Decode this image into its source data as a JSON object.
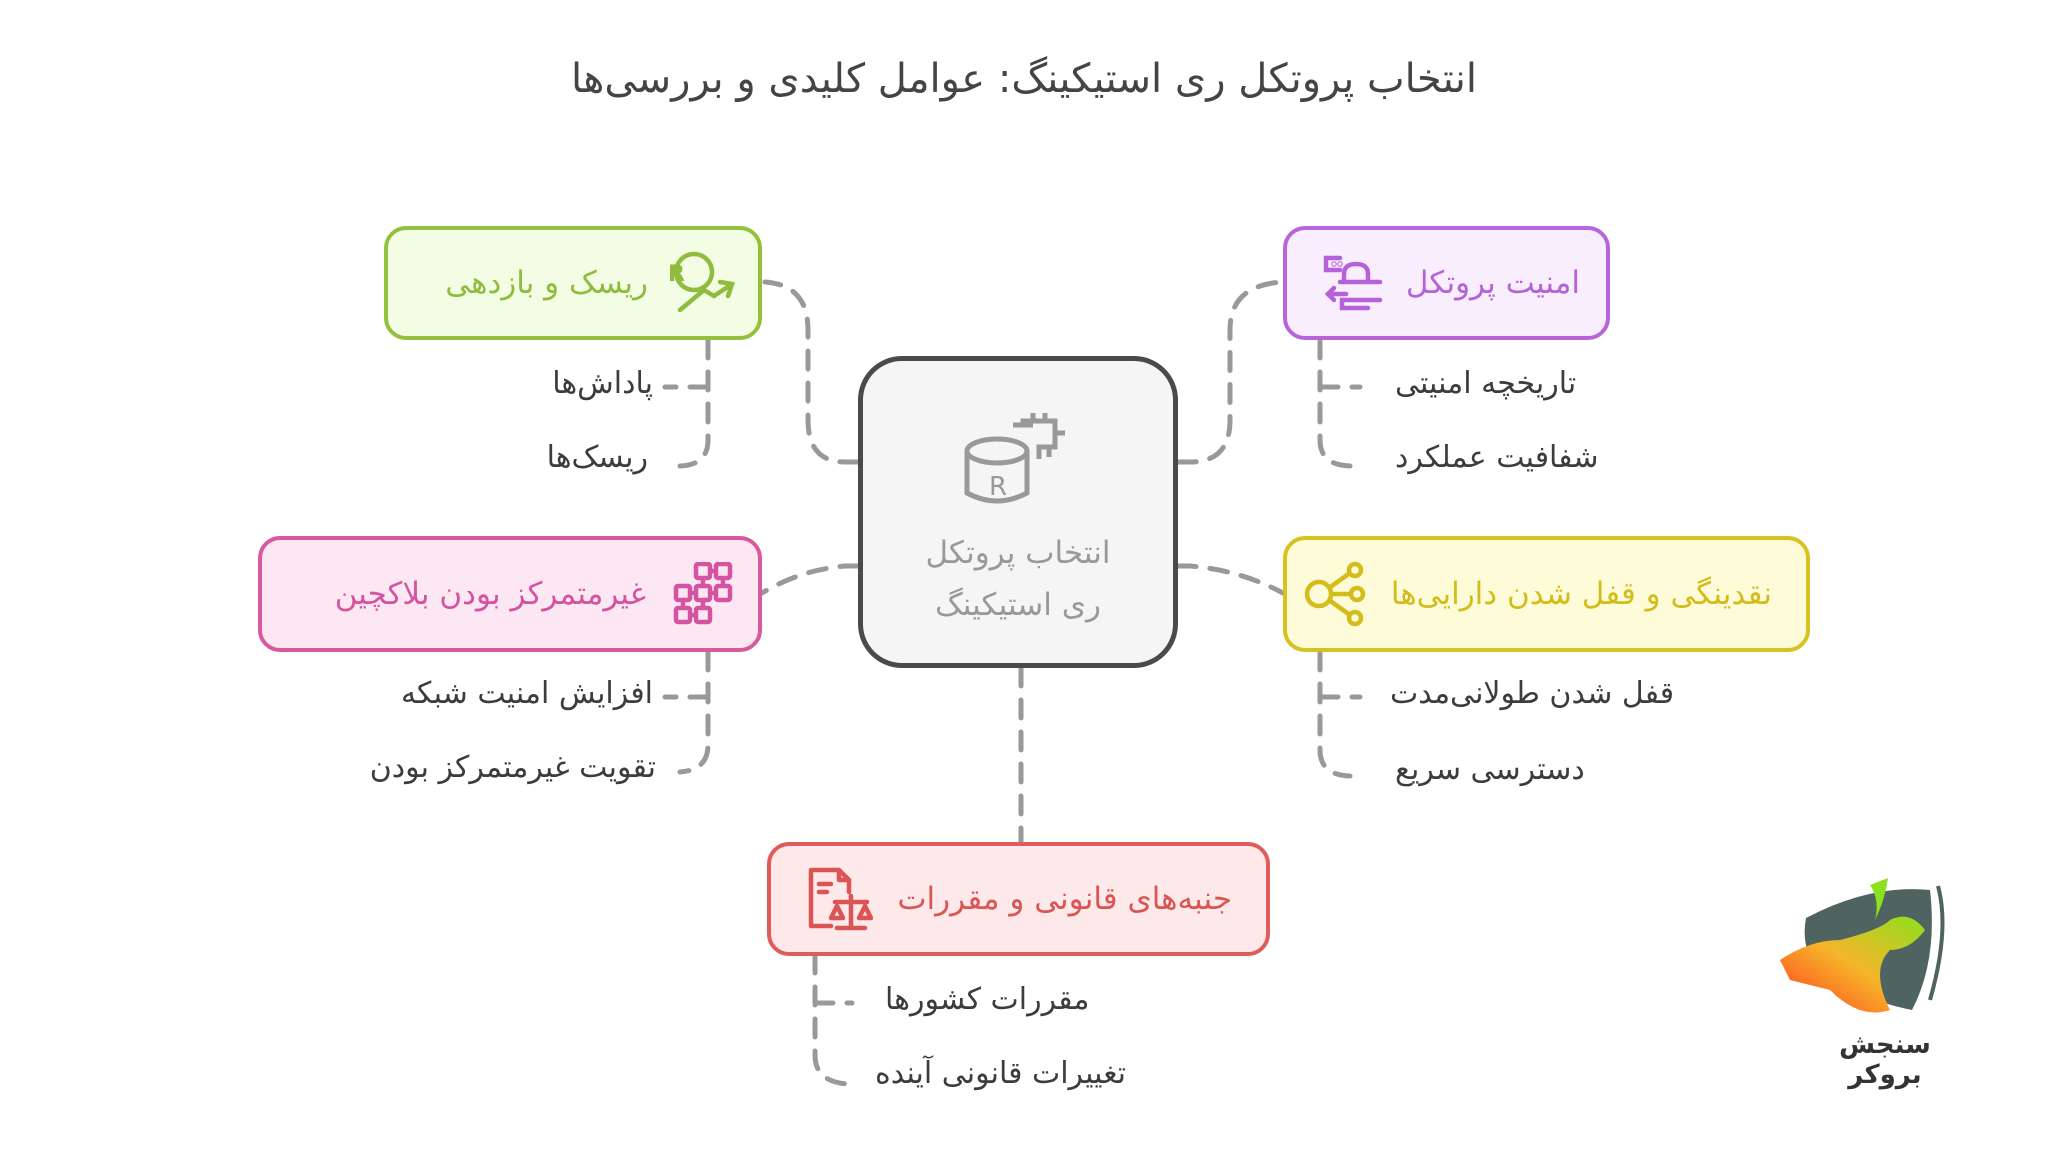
{
  "title": "انتخاب پروتکل ری استیکینگ: عوامل کلیدی و بررسی‌ها",
  "center": {
    "label_line1": "انتخاب پروتکل",
    "label_line2": "ری استیکینگ",
    "icon": "database-chip-icon",
    "colors": {
      "border": "#4a4a4a",
      "fill": "#f5f5f5",
      "text": "#999999"
    }
  },
  "nodes": [
    {
      "id": "risk-return",
      "label": "ریسک و بازدهی",
      "icon": "registered-trend-icon",
      "colors": {
        "border": "#93c13e",
        "fill": "#f3fde3",
        "text": "#8fbc3f"
      },
      "items": [
        "پاداش‌ها",
        "ریسک‌ها"
      ]
    },
    {
      "id": "protocol-security",
      "label": "امنیت پروتکل",
      "icon": "lock-transfer-icon",
      "colors": {
        "border": "#b865dc",
        "fill": "#f8eefe",
        "text": "#b562d8"
      },
      "items": [
        "تاریخچه امنیتی",
        "شفافیت عملکرد"
      ]
    },
    {
      "id": "decentralization",
      "label": "غیرمتمرکز بودن بلاکچین",
      "icon": "grid-network-icon",
      "colors": {
        "border": "#d9599f",
        "fill": "#fde7f3",
        "text": "#d354a0"
      },
      "items": [
        "افزایش امنیت شبکه",
        "تقویت غیرمتمرکز بودن"
      ]
    },
    {
      "id": "liquidity",
      "label": "نقدینگی و قفل شدن دارایی‌ها",
      "icon": "share-nodes-icon",
      "colors": {
        "border": "#d6c321",
        "fill": "#fefbd8",
        "text": "#d2bd1c"
      },
      "items": [
        "قفل شدن طولانی‌مدت",
        "دسترسی سریع"
      ]
    },
    {
      "id": "legal",
      "label": "جنبه‌های قانونی و مقررات",
      "icon": "legal-document-scale-icon",
      "colors": {
        "border": "#e05c5c",
        "fill": "#fde9e9",
        "text": "#dc5555"
      },
      "items": [
        "مقررات کشورها",
        "تغییرات قانونی آینده"
      ]
    }
  ],
  "connector_color": "#999999",
  "logo": {
    "text": "سنجش بروکر",
    "icon": "bull-bear-logo-icon"
  }
}
